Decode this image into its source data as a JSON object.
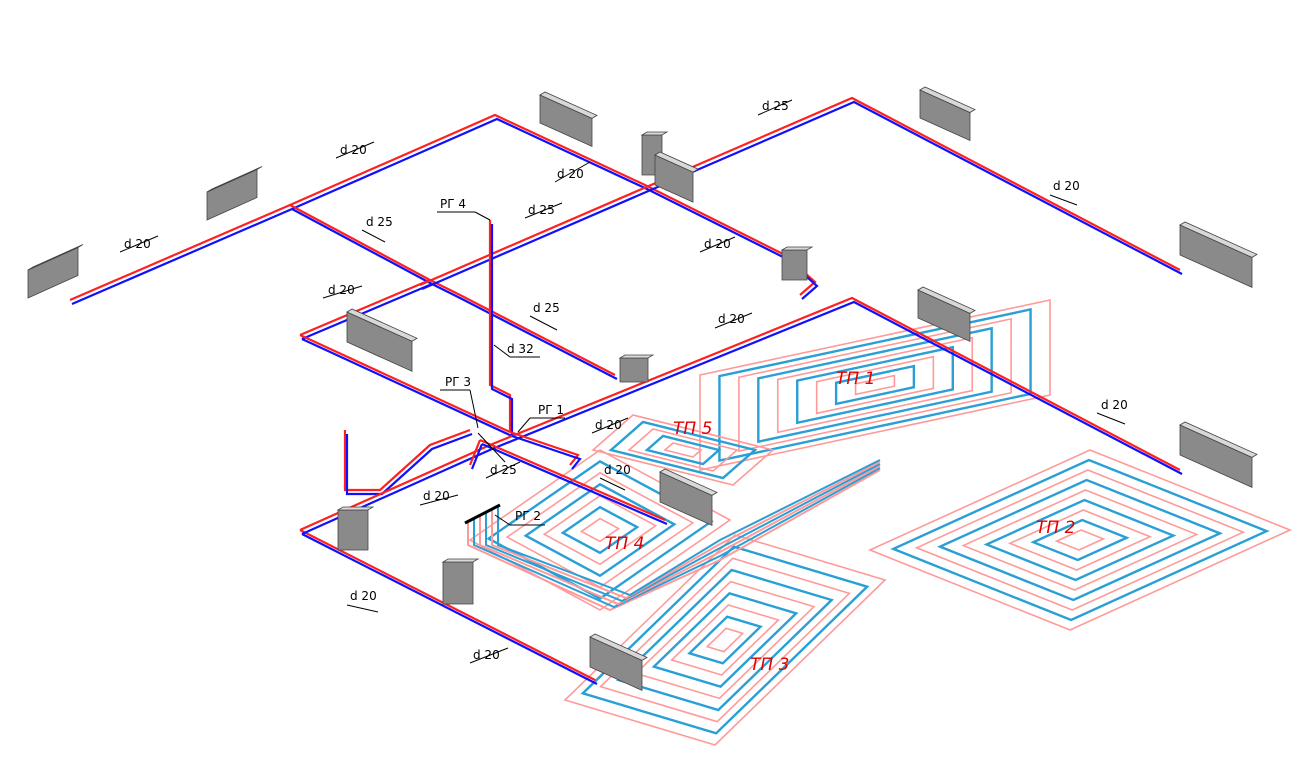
{
  "colors": {
    "supply": "#ff2020",
    "return": "#1010ff",
    "floor_supply": "#ff9a9a",
    "floor_return": "#2a9fd6",
    "radiator": "#8a8a8a",
    "zone_label": "#e00000"
  },
  "pipe_labels": [
    "d 20",
    "d 20",
    "d 25",
    "d 20",
    "d 25",
    "d 25",
    "d 20",
    "d 20",
    "d 20",
    "d 25",
    "d 32",
    "d 20",
    "d 20",
    "d 20",
    "d 20",
    "d 25",
    "d 20",
    "d 20",
    "d 20"
  ],
  "manifolds": [
    "РГ 4",
    "РГ 3",
    "РГ 1",
    "РГ 2"
  ],
  "floor_zones": [
    "ТП 1",
    "ТП 5",
    "ТП 4",
    "ТП 2",
    "ТП 3"
  ]
}
